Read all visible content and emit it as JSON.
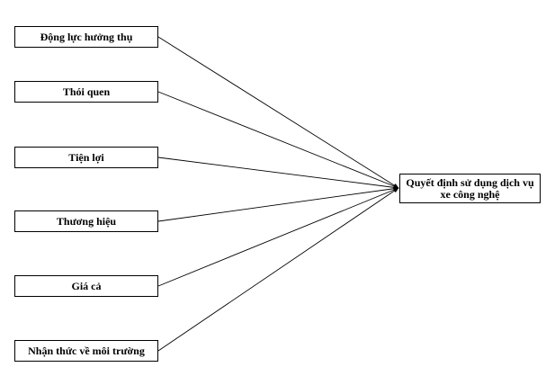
{
  "diagram": {
    "factors": [
      {
        "id": "factor-1",
        "name": "dong-luc-huong-thu",
        "label": "Động lực hưởng thụ"
      },
      {
        "id": "factor-2",
        "name": "thoi-quen",
        "label": "Thói quen"
      },
      {
        "id": "factor-3",
        "name": "tien-loi",
        "label": "Tiện lợi"
      },
      {
        "id": "factor-4",
        "name": "thuong-hieu",
        "label": "Thương hiệu"
      },
      {
        "id": "factor-5",
        "name": "gia-ca",
        "label": "Giá cả"
      },
      {
        "id": "factor-6",
        "name": "nhan-thuc-ve-moi-truong",
        "label": "Nhận thức về môi trường"
      }
    ],
    "outcome": {
      "label": "Quyết  định sử dụng dịch vụ xe công nghệ"
    },
    "colors": {
      "line": "#000000",
      "border": "#000000",
      "background": "#ffffff"
    }
  }
}
